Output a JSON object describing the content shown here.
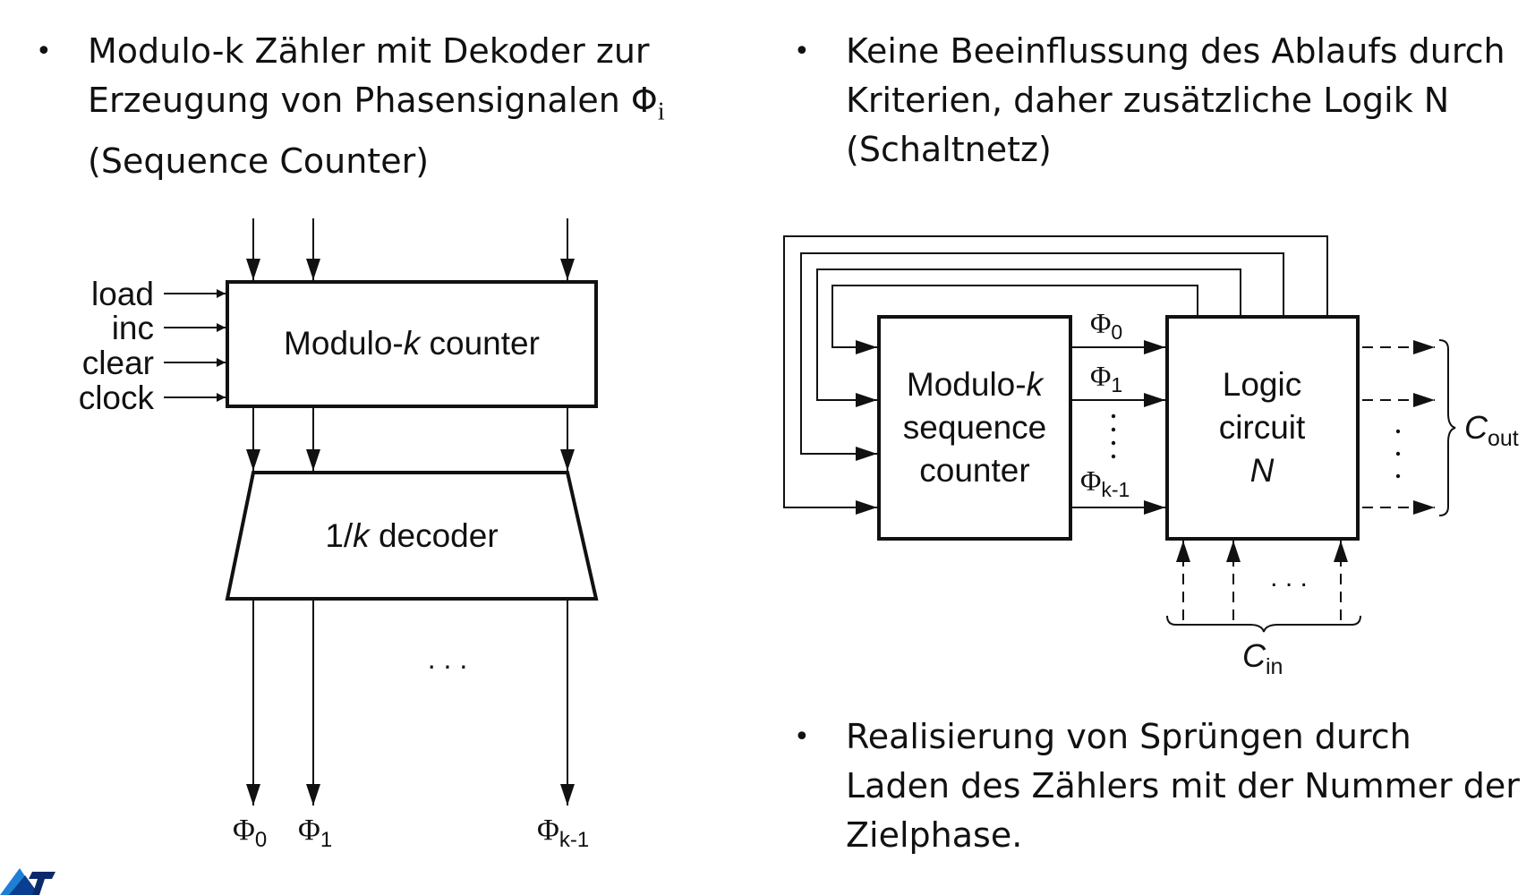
{
  "bullets": {
    "left": {
      "line1": "Modulo-k Zähler mit Dekoder zur",
      "line2": "Erzeugung von Phasensignalen Φ",
      "line2_sub": "i",
      "line3": "(Sequence Counter)"
    },
    "right_top": {
      "line1": "Keine Beeinflussung des Ablaufs durch",
      "line2": "Kriterien, daher zusätzliche Logik N",
      "line3": "(Schaltnetz)"
    },
    "right_bottom": {
      "line1": "Realisierung von Sprüngen durch",
      "line2": "Laden des Zählers mit der Nummer der",
      "line3": "Zielphase."
    }
  },
  "diagram_left": {
    "inputs": [
      "load",
      "inc",
      "clear",
      "clock"
    ],
    "counter_label_pre": "Modulo-",
    "counter_label_k": "k",
    "counter_label_post": " counter",
    "decoder_label_pre": "1/",
    "decoder_label_k": "k",
    "decoder_label_post": " decoder",
    "ellipsis": ". . .",
    "outputs": [
      {
        "phi": "Φ",
        "sub": "0"
      },
      {
        "phi": "Φ",
        "sub": "1"
      },
      {
        "phi": "Φ",
        "sub": "k-1"
      }
    ]
  },
  "diagram_right": {
    "counter_line1_pre": "Modulo-",
    "counter_line1_k": "k",
    "counter_line2": "sequence",
    "counter_line3": "counter",
    "logic_line1": "Logic",
    "logic_line2": "circuit",
    "logic_line3": "N",
    "phases": [
      {
        "phi": "Φ",
        "sub": "0"
      },
      {
        "phi": "Φ",
        "sub": "1"
      },
      {
        "phi": "Φ",
        "sub": "k-1"
      }
    ],
    "cout_c": "C",
    "cout_sub": "out",
    "cin_c": "C",
    "cin_sub": "in",
    "dots_h": ". . ."
  }
}
